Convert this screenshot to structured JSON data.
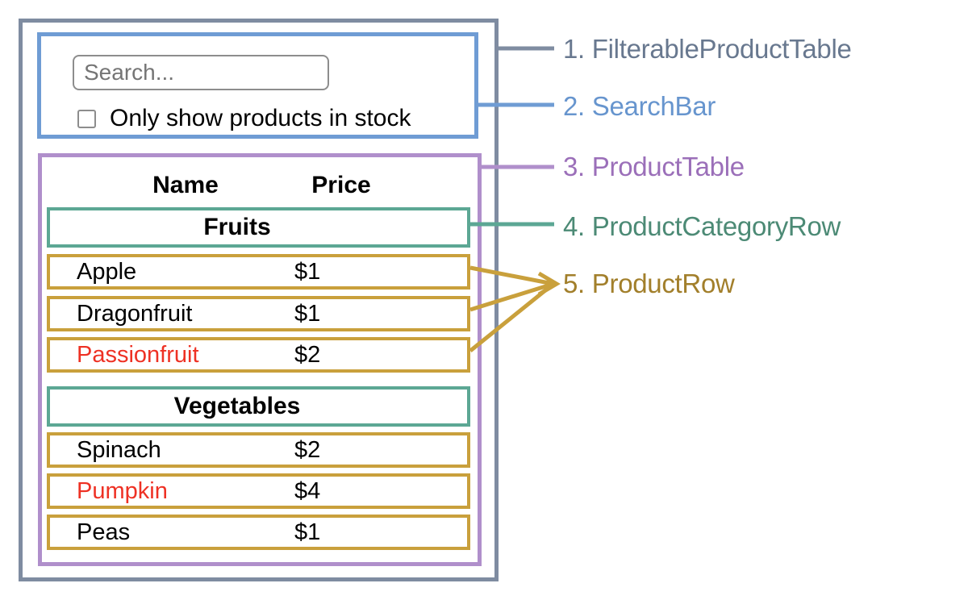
{
  "labels": [
    {
      "text": "1. FilterableProductTable"
    },
    {
      "text": "2. SearchBar"
    },
    {
      "text": "3. ProductTable"
    },
    {
      "text": "4. ProductCategoryRow"
    },
    {
      "text": "5. ProductRow"
    }
  ],
  "search_bar": {
    "input_placeholder": "Search...",
    "input_value": "",
    "checkbox_label": "Only show products in stock",
    "checkbox_checked": false
  },
  "product_table": {
    "headers": {
      "name": "Name",
      "price": "Price"
    },
    "rows": [
      {
        "type": "category",
        "label": "Fruits"
      },
      {
        "type": "product",
        "name": "Apple",
        "price": "$1",
        "in_stock": true
      },
      {
        "type": "product",
        "name": "Dragonfruit",
        "price": "$1",
        "in_stock": true
      },
      {
        "type": "product",
        "name": "Passionfruit",
        "price": "$2",
        "in_stock": false
      },
      {
        "type": "category",
        "label": "Vegetables"
      },
      {
        "type": "product",
        "name": "Spinach",
        "price": "$2",
        "in_stock": true
      },
      {
        "type": "product",
        "name": "Pumpkin",
        "price": "$4",
        "in_stock": false
      },
      {
        "type": "product",
        "name": "Peas",
        "price": "$1",
        "in_stock": true
      }
    ]
  },
  "colors": {
    "filterable_product_table_outline": "#7f8ca1",
    "search_bar_outline": "#6f9cd4",
    "product_table_outline": "#b08fcb",
    "product_category_row_outline": "#5ca794",
    "product_row_outline": "#c9a03c",
    "out_of_stock_text": "#ee3124",
    "label_1": "#68788f",
    "label_2": "#6795ce",
    "label_3": "#9b6fb9",
    "label_4": "#4c8a75",
    "label_5": "#a27f2b"
  }
}
